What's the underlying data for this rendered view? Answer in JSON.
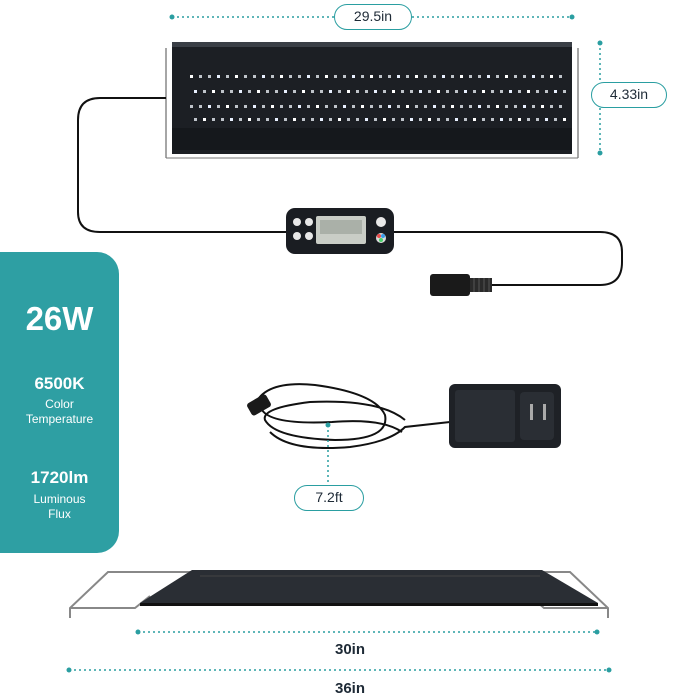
{
  "dimensions": {
    "top_width": "29.5in",
    "height": "4.33in",
    "cable_length": "7.2ft",
    "bar_width": "30in",
    "bracket_width": "36in"
  },
  "specs": {
    "wattage": "26W",
    "color_temp_value": "6500K",
    "color_temp_label_line1": "Color",
    "color_temp_label_line2": "Temperature",
    "lumen_value": "1720lm",
    "lumen_label_line1": "Luminous",
    "lumen_label_line2": "Flux"
  },
  "colors": {
    "accent": "#2e9fa3",
    "dim_line": "#2a9ea1",
    "light_body": "#1c1f24",
    "text_dark": "#1e2a36"
  }
}
